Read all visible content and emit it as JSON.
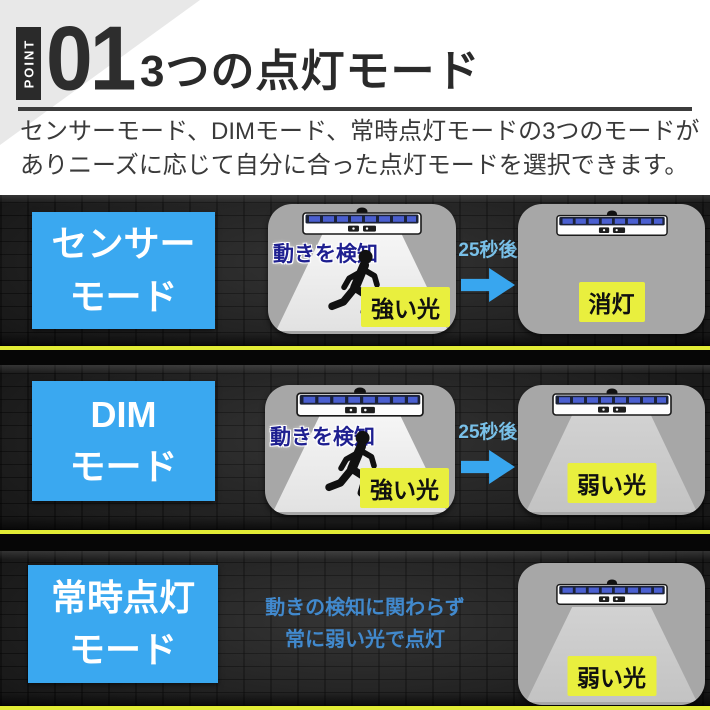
{
  "header": {
    "point_label": "POINT",
    "point_number": "01",
    "title": "3つの点灯モード",
    "subtitle_line1": "センサーモード、DIMモード、常時点灯モードの3つのモードが",
    "subtitle_line2": "ありニーズに応じて自分に合った点灯モードを選択できます。"
  },
  "rows": [
    {
      "mode_line1": "センサー",
      "mode_line2": "モード",
      "detect_label": "動きを検知",
      "state_before": "強い光",
      "transition_label": "25秒後",
      "state_after": "消灯"
    },
    {
      "mode_line1": "DIM",
      "mode_line2": "モード",
      "detect_label": "動きを検知",
      "state_before": "強い光",
      "transition_label": "25秒後",
      "state_after": "弱い光"
    },
    {
      "mode_line1": "常時点灯",
      "mode_line2": "モード",
      "desc_line1": "動きの検知に関わらず",
      "desc_line2": "常に弱い光で点灯",
      "state_after": "弱い光"
    }
  ],
  "icons": {
    "solar_light": "solar-wall-light-icon",
    "runner": "running-person-icon",
    "arrow": "arrow-right-icon"
  },
  "colors": {
    "mode_box_blue": "#3aa8f0",
    "label_yellow": "#e9ef3e",
    "separator_yellow": "#e2ec35",
    "detect_text_navy": "#1e1f90",
    "transition_text_blue": "#79c0e8",
    "desc_text_blue": "#4189cd",
    "panel_gray": "#a7a7a7",
    "beam_strong": "#eeeeee",
    "beam_dim": "#c8c8c8"
  }
}
